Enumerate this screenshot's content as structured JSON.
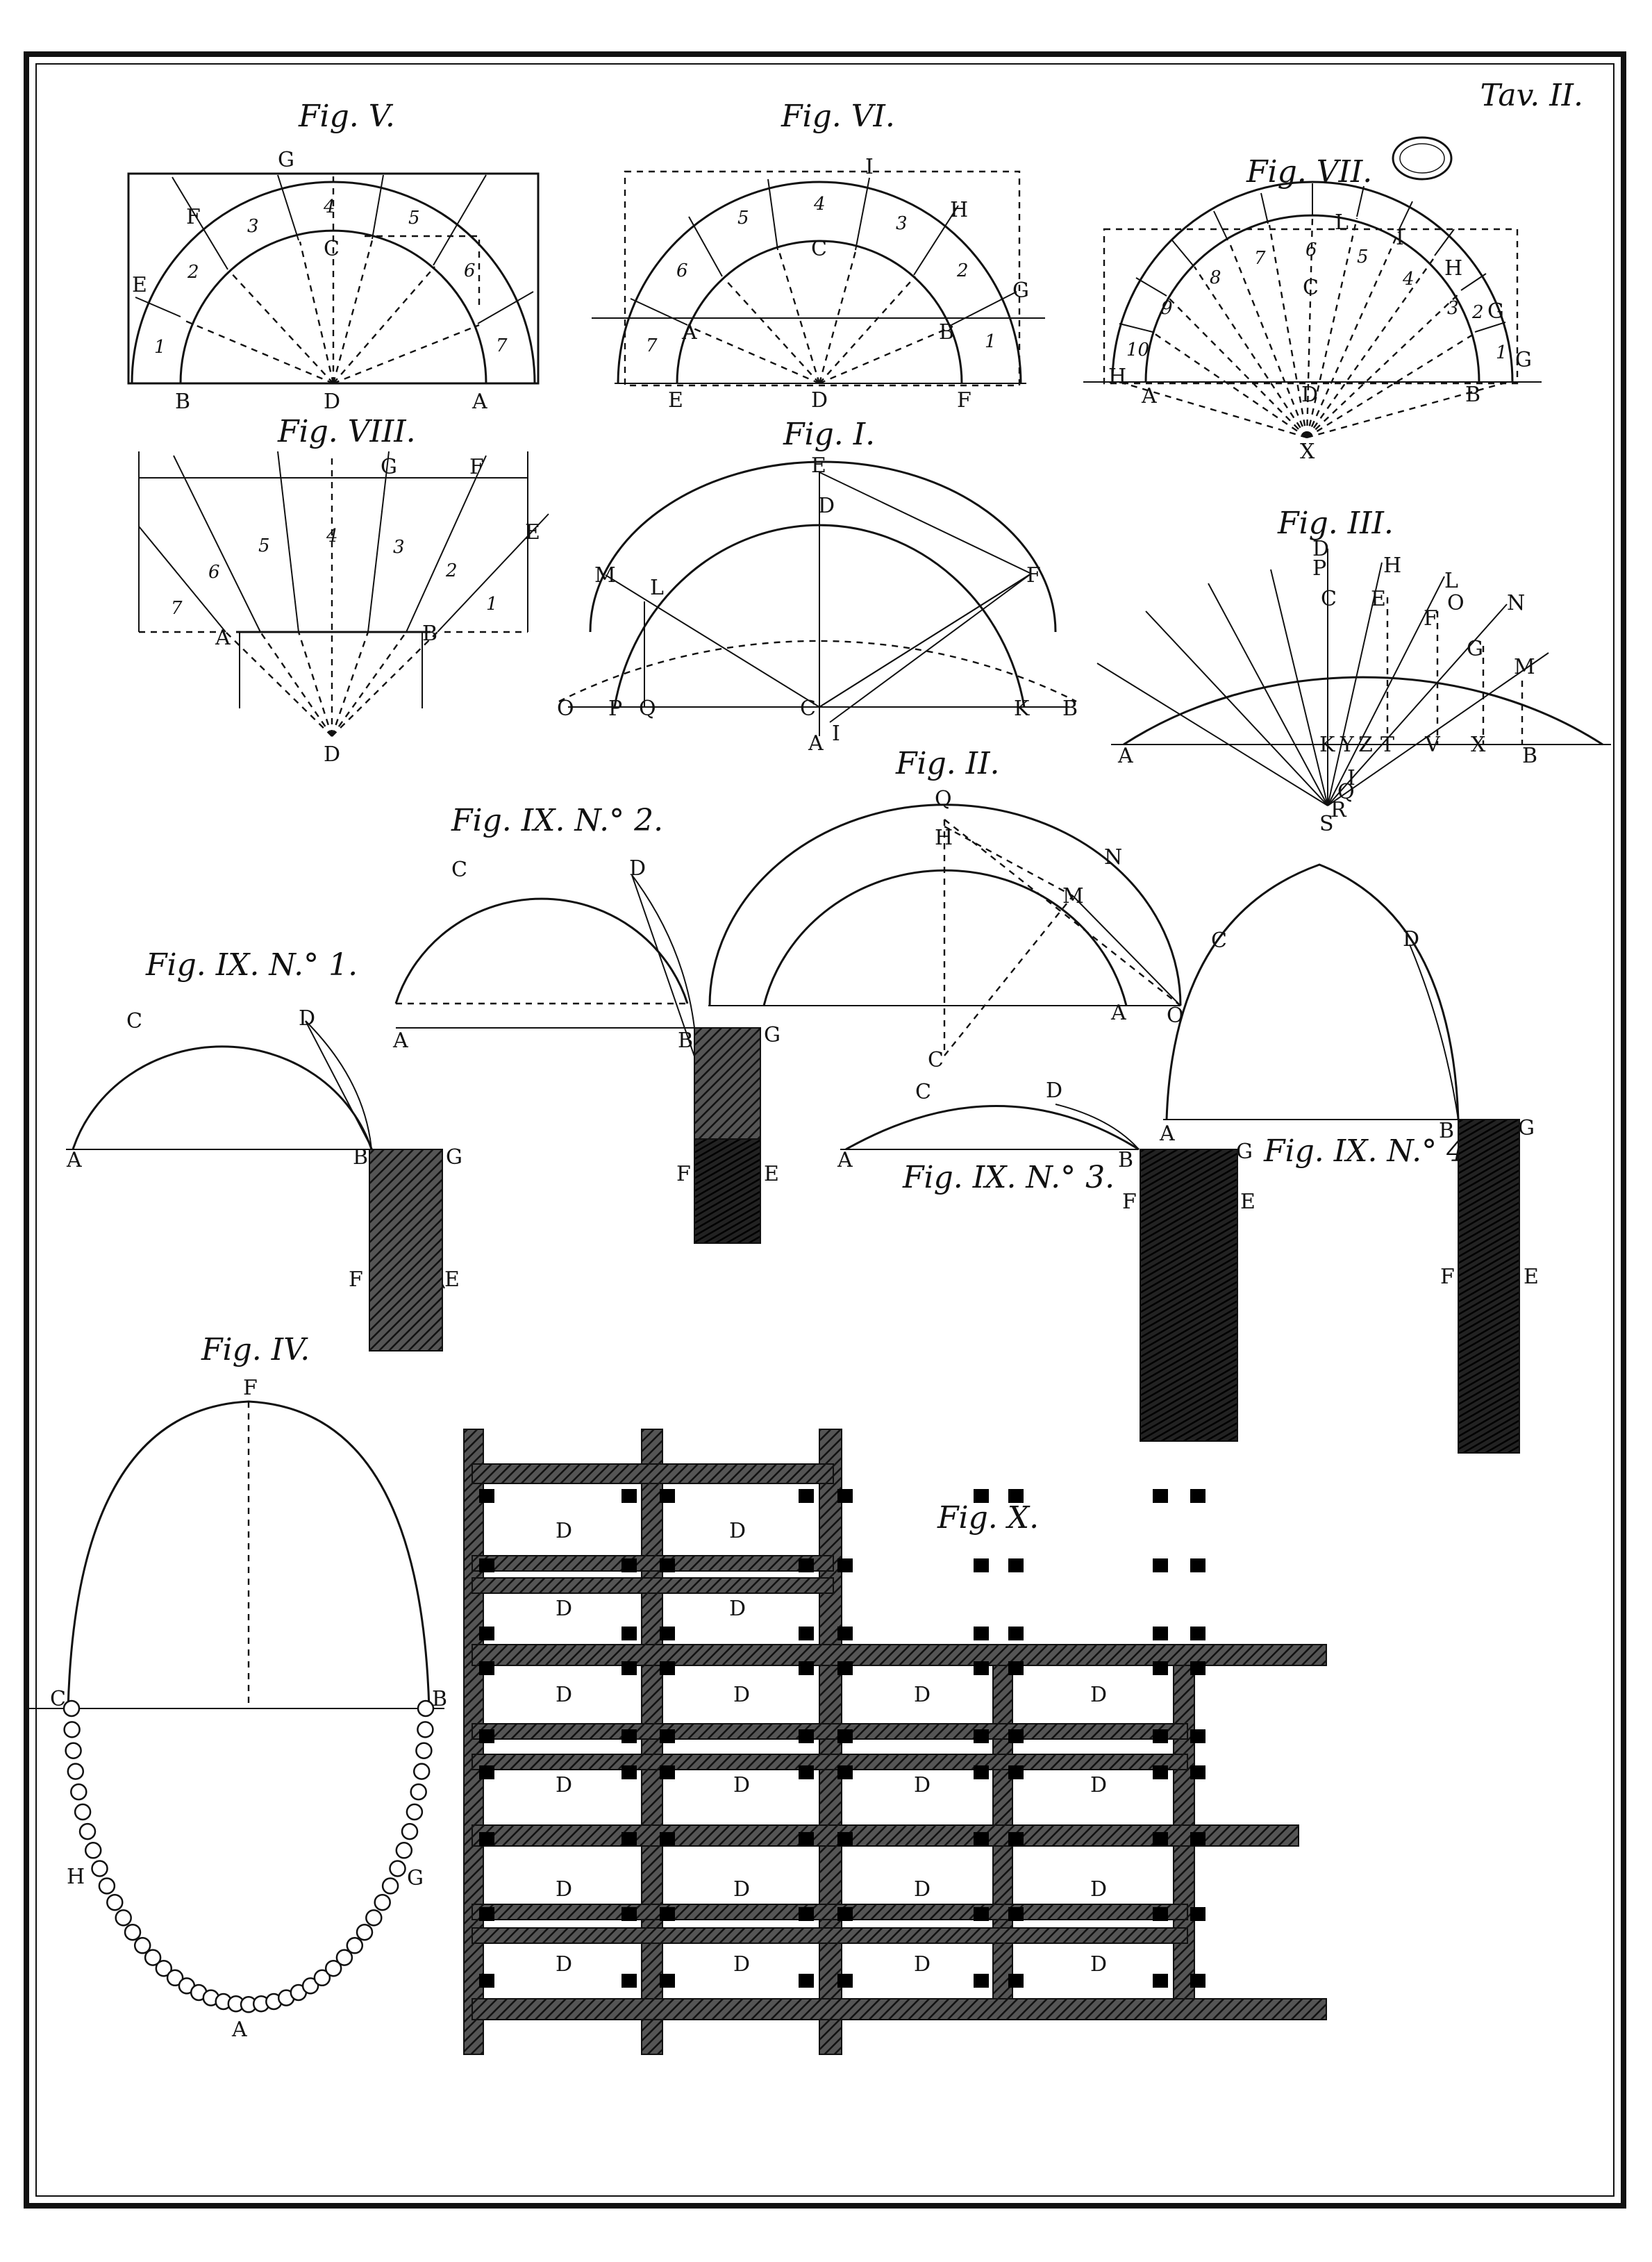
{
  "plate": {
    "title": "Tav. II."
  },
  "figures": {
    "fig5": {
      "title": "Fig. V.",
      "points": [
        "G",
        "F",
        "E",
        "C",
        "B",
        "D",
        "A"
      ],
      "voussoirs": [
        "1",
        "2",
        "3",
        "4",
        "5",
        "6",
        "7"
      ]
    },
    "fig6": {
      "title": "Fig. VI.",
      "points": [
        "I",
        "H",
        "G",
        "C",
        "A",
        "B",
        "E",
        "D",
        "F"
      ],
      "voussoirs": [
        "1",
        "2",
        "3",
        "4",
        "5",
        "6",
        "7"
      ]
    },
    "fig7": {
      "title": "Fig. VII.",
      "points": [
        "L",
        "I",
        "H",
        "G",
        "G",
        "C",
        "H",
        "A",
        "D",
        "B",
        "X"
      ],
      "voussoirs": [
        "1",
        "2",
        "3",
        "4",
        "5",
        "6",
        "7",
        "8",
        "9",
        "10"
      ]
    },
    "fig8": {
      "title": "Fig. VIII.",
      "points": [
        "G",
        "F",
        "E",
        "A",
        "B",
        "D"
      ],
      "voussoirs": [
        "1",
        "2",
        "3",
        "4",
        "5",
        "6",
        "7"
      ]
    },
    "fig1": {
      "title": "Fig. I.",
      "points": [
        "E",
        "D",
        "M",
        "L",
        "F",
        "O",
        "P",
        "Q",
        "C",
        "K",
        "B",
        "A",
        "I"
      ]
    },
    "fig3": {
      "title": "Fig. III.",
      "points": [
        "D",
        "P",
        "H",
        "C",
        "E",
        "L",
        "O",
        "N",
        "F",
        "G",
        "M",
        "A",
        "K",
        "Y",
        "Z",
        "T",
        "V",
        "X",
        "B",
        "S",
        "R",
        "Q",
        "I"
      ]
    },
    "fig2": {
      "title": "Fig. II.",
      "points": [
        "Q",
        "H",
        "N",
        "M",
        "C",
        "A",
        "O"
      ]
    },
    "fig9n2": {
      "title": "Fig. IX. N.° 2.",
      "points": [
        "C",
        "D",
        "A",
        "B",
        "G",
        "F",
        "E"
      ]
    },
    "fig9n1": {
      "title": "Fig. IX. N.° 1.",
      "points": [
        "C",
        "D",
        "A",
        "B",
        "G",
        "F",
        "E"
      ]
    },
    "fig9n3": {
      "title": "Fig. IX. N.° 3.",
      "points": [
        "C",
        "D",
        "A",
        "B",
        "G",
        "F",
        "E"
      ]
    },
    "fig9n4": {
      "title": "Fig. IX. N.° 4.",
      "points": [
        "C",
        "D",
        "A",
        "B",
        "G",
        "F",
        "E"
      ]
    },
    "fig4": {
      "title": "Fig. IV.",
      "points": [
        "F",
        "C",
        "B",
        "H",
        "G",
        "A"
      ]
    },
    "fig10": {
      "title": "Fig. X.",
      "cell_label": "D"
    }
  }
}
